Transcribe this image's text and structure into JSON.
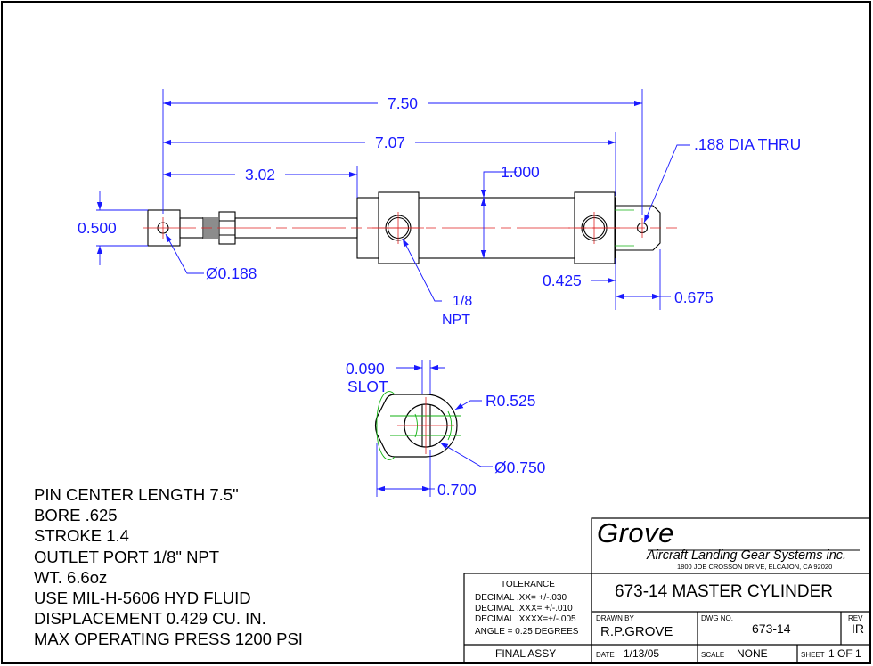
{
  "colors": {
    "dimension": "#1a1aff",
    "centerline": "#e02020",
    "construction": "#10b010",
    "outline": "#000000"
  },
  "dimensions": {
    "overall": "7.50",
    "pin_to_pin": "7.07",
    "rod_length": "3.02",
    "body_height": "1.000",
    "rod_eye_height": "0.500",
    "hole_callout": ".188 DIA THRU",
    "rod_pin_dia": "Ø0.188",
    "port_size": "1/8",
    "port_type": "NPT",
    "tab_offset": "0.425",
    "tab_length": "0.675",
    "slot_width": "0.090",
    "slot_label": "SLOT",
    "eye_radius": "R0.525",
    "eye_dia": "Ø0.750",
    "eye_width": "0.700"
  },
  "notes": [
    "PIN CENTER LENGTH 7.5\"",
    "BORE .625",
    "STROKE 1.4",
    "OUTLET PORT 1/8\" NPT",
    "WT. 6.6oz",
    "USE MIL-H-5606 HYD FLUID",
    "DISPLACEMENT 0.429 CU. IN.",
    "MAX OPERATING PRESS 1200 PSI"
  ],
  "title_block": {
    "company": "Grove",
    "company_sub": "Aircraft Landing Gear Systems inc.",
    "address": "1800 JOE CROSSON DRIVE, ELCAJON, CA 92020",
    "title": "673-14 MASTER CYLINDER",
    "tolerance_header": "TOLERANCE",
    "tolerance_lines": [
      "DECIMAL .XX= +/-.030",
      "DECIMAL .XXX= +/-.010",
      "DECIMAL .XXXX=+/-.005",
      "ANGLE = 0.25 DEGREES"
    ],
    "drawn_by_label": "DRAWN BY",
    "drawn_by": "R.P.GROVE",
    "dwg_no_label": "DWG NO.",
    "dwg_no": "673-14",
    "rev_label": "REV",
    "rev": "IR",
    "assy": "FINAL ASSY",
    "date_label": "DATE",
    "date": "1/13/05",
    "scale_label": "SCALE",
    "scale": "NONE",
    "sheet_label": "SHEET",
    "sheet": "1 OF 1"
  }
}
